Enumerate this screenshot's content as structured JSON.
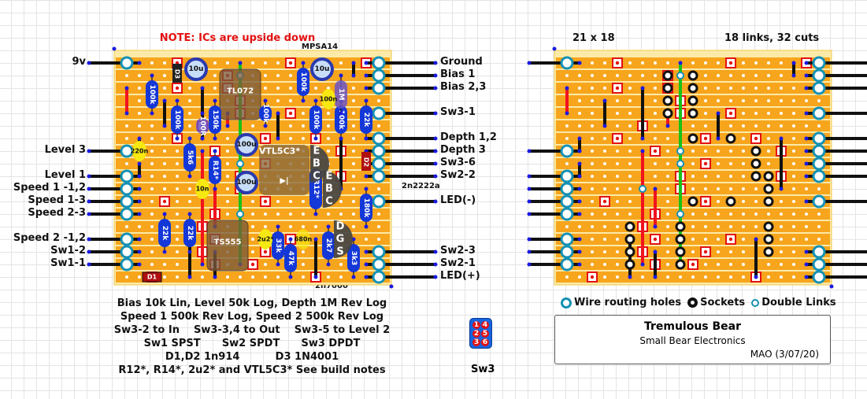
{
  "note": "NOTE: ICs are upside down",
  "board_left": {
    "top_label": "MPSA14",
    "left_wires": [
      {
        "label": "9v",
        "row": 0
      },
      {
        "label": "Level 3",
        "row": 7
      },
      {
        "label": "Level 1",
        "row": 9
      },
      {
        "label": "Speed 1 -1,2",
        "row": 10
      },
      {
        "label": "Speed 1-3",
        "row": 11
      },
      {
        "label": "Speed 2-3",
        "row": 12
      },
      {
        "label": "Speed 2 -1,2",
        "row": 14
      },
      {
        "label": "Sw1-2",
        "row": 15
      },
      {
        "label": "Sw1-1",
        "row": 16
      }
    ],
    "right_wires": [
      {
        "label": "Ground",
        "row": 0
      },
      {
        "label": "Bias 1",
        "row": 1
      },
      {
        "label": "Bias 2,3",
        "row": 2
      },
      {
        "label": "Sw3-1",
        "row": 4
      },
      {
        "label": "Depth 1,2",
        "row": 6
      },
      {
        "label": "Depth 3",
        "row": 7
      },
      {
        "label": "Sw3-6",
        "row": 8
      },
      {
        "label": "Sw2-2",
        "row": 9
      },
      {
        "label": "LED(-)",
        "row": 11
      },
      {
        "label": "Sw2-3",
        "row": 15
      },
      {
        "label": "Sw2-1",
        "row": 16
      },
      {
        "label": "LED(+)",
        "row": 17
      }
    ],
    "part_labels": {
      "transistor_2n2222a": "2n2222a",
      "mosfet_2n7000": "2n7000"
    },
    "ics": [
      {
        "name": "TL072"
      },
      {
        "name": "TS555"
      }
    ],
    "vactrol": "VTL5C3*",
    "resistors": [
      {
        "value": "100k",
        "c": 2,
        "r0": 1,
        "r1": 4
      },
      {
        "value": "100k",
        "c": 4,
        "r0": 3,
        "r1": 6
      },
      {
        "value": "150k",
        "c": 7,
        "r0": 3,
        "r1": 6
      },
      {
        "value": "100R",
        "c": 6,
        "r0": 4,
        "r1": 6
      },
      {
        "value": "5k6",
        "c": 5,
        "r0": 6,
        "r1": 9
      },
      {
        "value": "R14*",
        "c": 7,
        "r0": 7,
        "r1": 10
      },
      {
        "value": "22k",
        "c": 3,
        "r0": 12,
        "r1": 15
      },
      {
        "value": "22k",
        "c": 5,
        "r0": 12,
        "r1": 15
      },
      {
        "value": "100k",
        "c": 11,
        "r0": 3,
        "r1": 5
      },
      {
        "value": "100k",
        "c": 14,
        "r0": 0,
        "r1": 3
      },
      {
        "value": "100k",
        "c": 15,
        "r0": 3,
        "r1": 6
      },
      {
        "value": "100k",
        "c": 17,
        "r0": 3,
        "r1": 6
      },
      {
        "value": "1M",
        "c": 17,
        "r0": 1,
        "r1": 4
      },
      {
        "value": "22k",
        "c": 19,
        "r0": 3,
        "r1": 6
      },
      {
        "value": "R12*",
        "c": 15,
        "r0": 8,
        "r1": 12
      },
      {
        "value": "180k",
        "c": 19,
        "r0": 10,
        "r1": 13
      },
      {
        "value": "33k",
        "c": 12,
        "r0": 13,
        "r1": 16
      },
      {
        "value": "47k",
        "c": 13,
        "r0": 14,
        "r1": 17
      },
      {
        "value": "2k7",
        "c": 16,
        "r0": 13,
        "r1": 16
      },
      {
        "value": "3k3",
        "c": 18,
        "r0": 14,
        "r1": 17
      }
    ],
    "caps_electrolytic": [
      {
        "value": "10u",
        "c": 5,
        "r": 0
      },
      {
        "value": "10u",
        "c": 15,
        "r": 0
      },
      {
        "value": "100u",
        "c": 9,
        "r": 6
      },
      {
        "value": "100u",
        "c": 9,
        "r": 9
      }
    ],
    "caps_film": [
      {
        "value": "220n",
        "c": 1,
        "r": 7
      },
      {
        "value": "100n",
        "c": 16,
        "r": 3
      },
      {
        "value": "10n",
        "c": 6,
        "r": 10
      },
      {
        "value": "2u2*",
        "c": 11,
        "r": 14
      },
      {
        "value": "680n",
        "c": 14,
        "r": 14
      }
    ],
    "diodes": [
      {
        "label": "D3",
        "c": 4,
        "r0": 0,
        "r1": 2
      },
      {
        "label": "D2",
        "c": 19,
        "r0": 7,
        "r1": 9
      },
      {
        "label": "D1",
        "c": 1,
        "r0": 17,
        "r1": 3
      }
    ],
    "transistors": [
      {
        "pins": [
          "E",
          "B",
          "C"
        ]
      },
      {
        "pins": [
          "E",
          "B",
          "C"
        ]
      },
      {
        "pins": [
          "D",
          "G",
          "S"
        ]
      }
    ]
  },
  "board_right": {
    "size_label": "21 x 18",
    "stats_label": "18 links, 32 cuts"
  },
  "notes": [
    "Bias 10k Lin, Level 50k Log, Depth 1M Rev Log",
    "Speed 1 500k Rev Log, Speed 2 500k Rev Log",
    "Sw3-2 to In    Sw3-3,4 to Out    Sw3-5 to Level 2",
    "Sw1 SPST      Sw2 SPDT      Sw3 DPDT",
    "D1,D2 1n914          D3 1N4001",
    "R12*, R14*, 2u2* and VTL5C3* See build notes"
  ],
  "switch_diagram": {
    "label": "Sw3",
    "pins": [
      "1",
      "4",
      "2",
      "5",
      "3",
      "6"
    ]
  },
  "legend": {
    "wire_routing": "Wire routing holes",
    "sockets": "Sockets",
    "double_links": "Double Links"
  },
  "title_block": {
    "title": "Tremulous Bear",
    "subtitle": "Small Bear Electronics",
    "credit": "MAO (3/07/20)"
  },
  "colors": {
    "board": "#f7a51c",
    "board_edge": "#fbeaa8",
    "strip_gap": "#fff3c8",
    "cut": "#e41010",
    "resistor": "#1437d8",
    "wire_green": "#19c219",
    "wire_red": "#f0141e",
    "wire_black": "#111111",
    "socket_ring": "#1591b4",
    "film_cap": "#f7e812",
    "vactrol": "#8b6a3c"
  }
}
